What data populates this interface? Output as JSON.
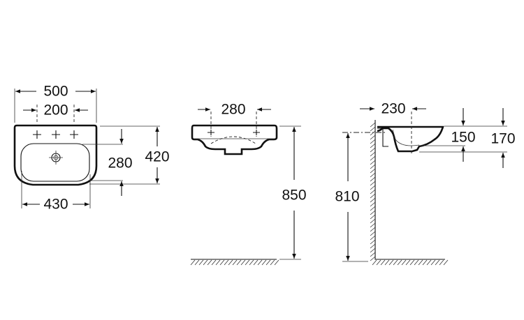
{
  "views": {
    "top": {
      "overall_width": "500",
      "tap_spacing": "200",
      "overall_depth": "420",
      "bowl_depth": "280",
      "bottom_width": "430"
    },
    "front": {
      "tap_spacing": "280",
      "rim_height": "850"
    },
    "side": {
      "wall_to_center": "230",
      "fixing_height": "810",
      "bowl_height": "150",
      "overall_height": "170"
    }
  },
  "colors": {
    "line": "#111111",
    "background": "#ffffff"
  }
}
